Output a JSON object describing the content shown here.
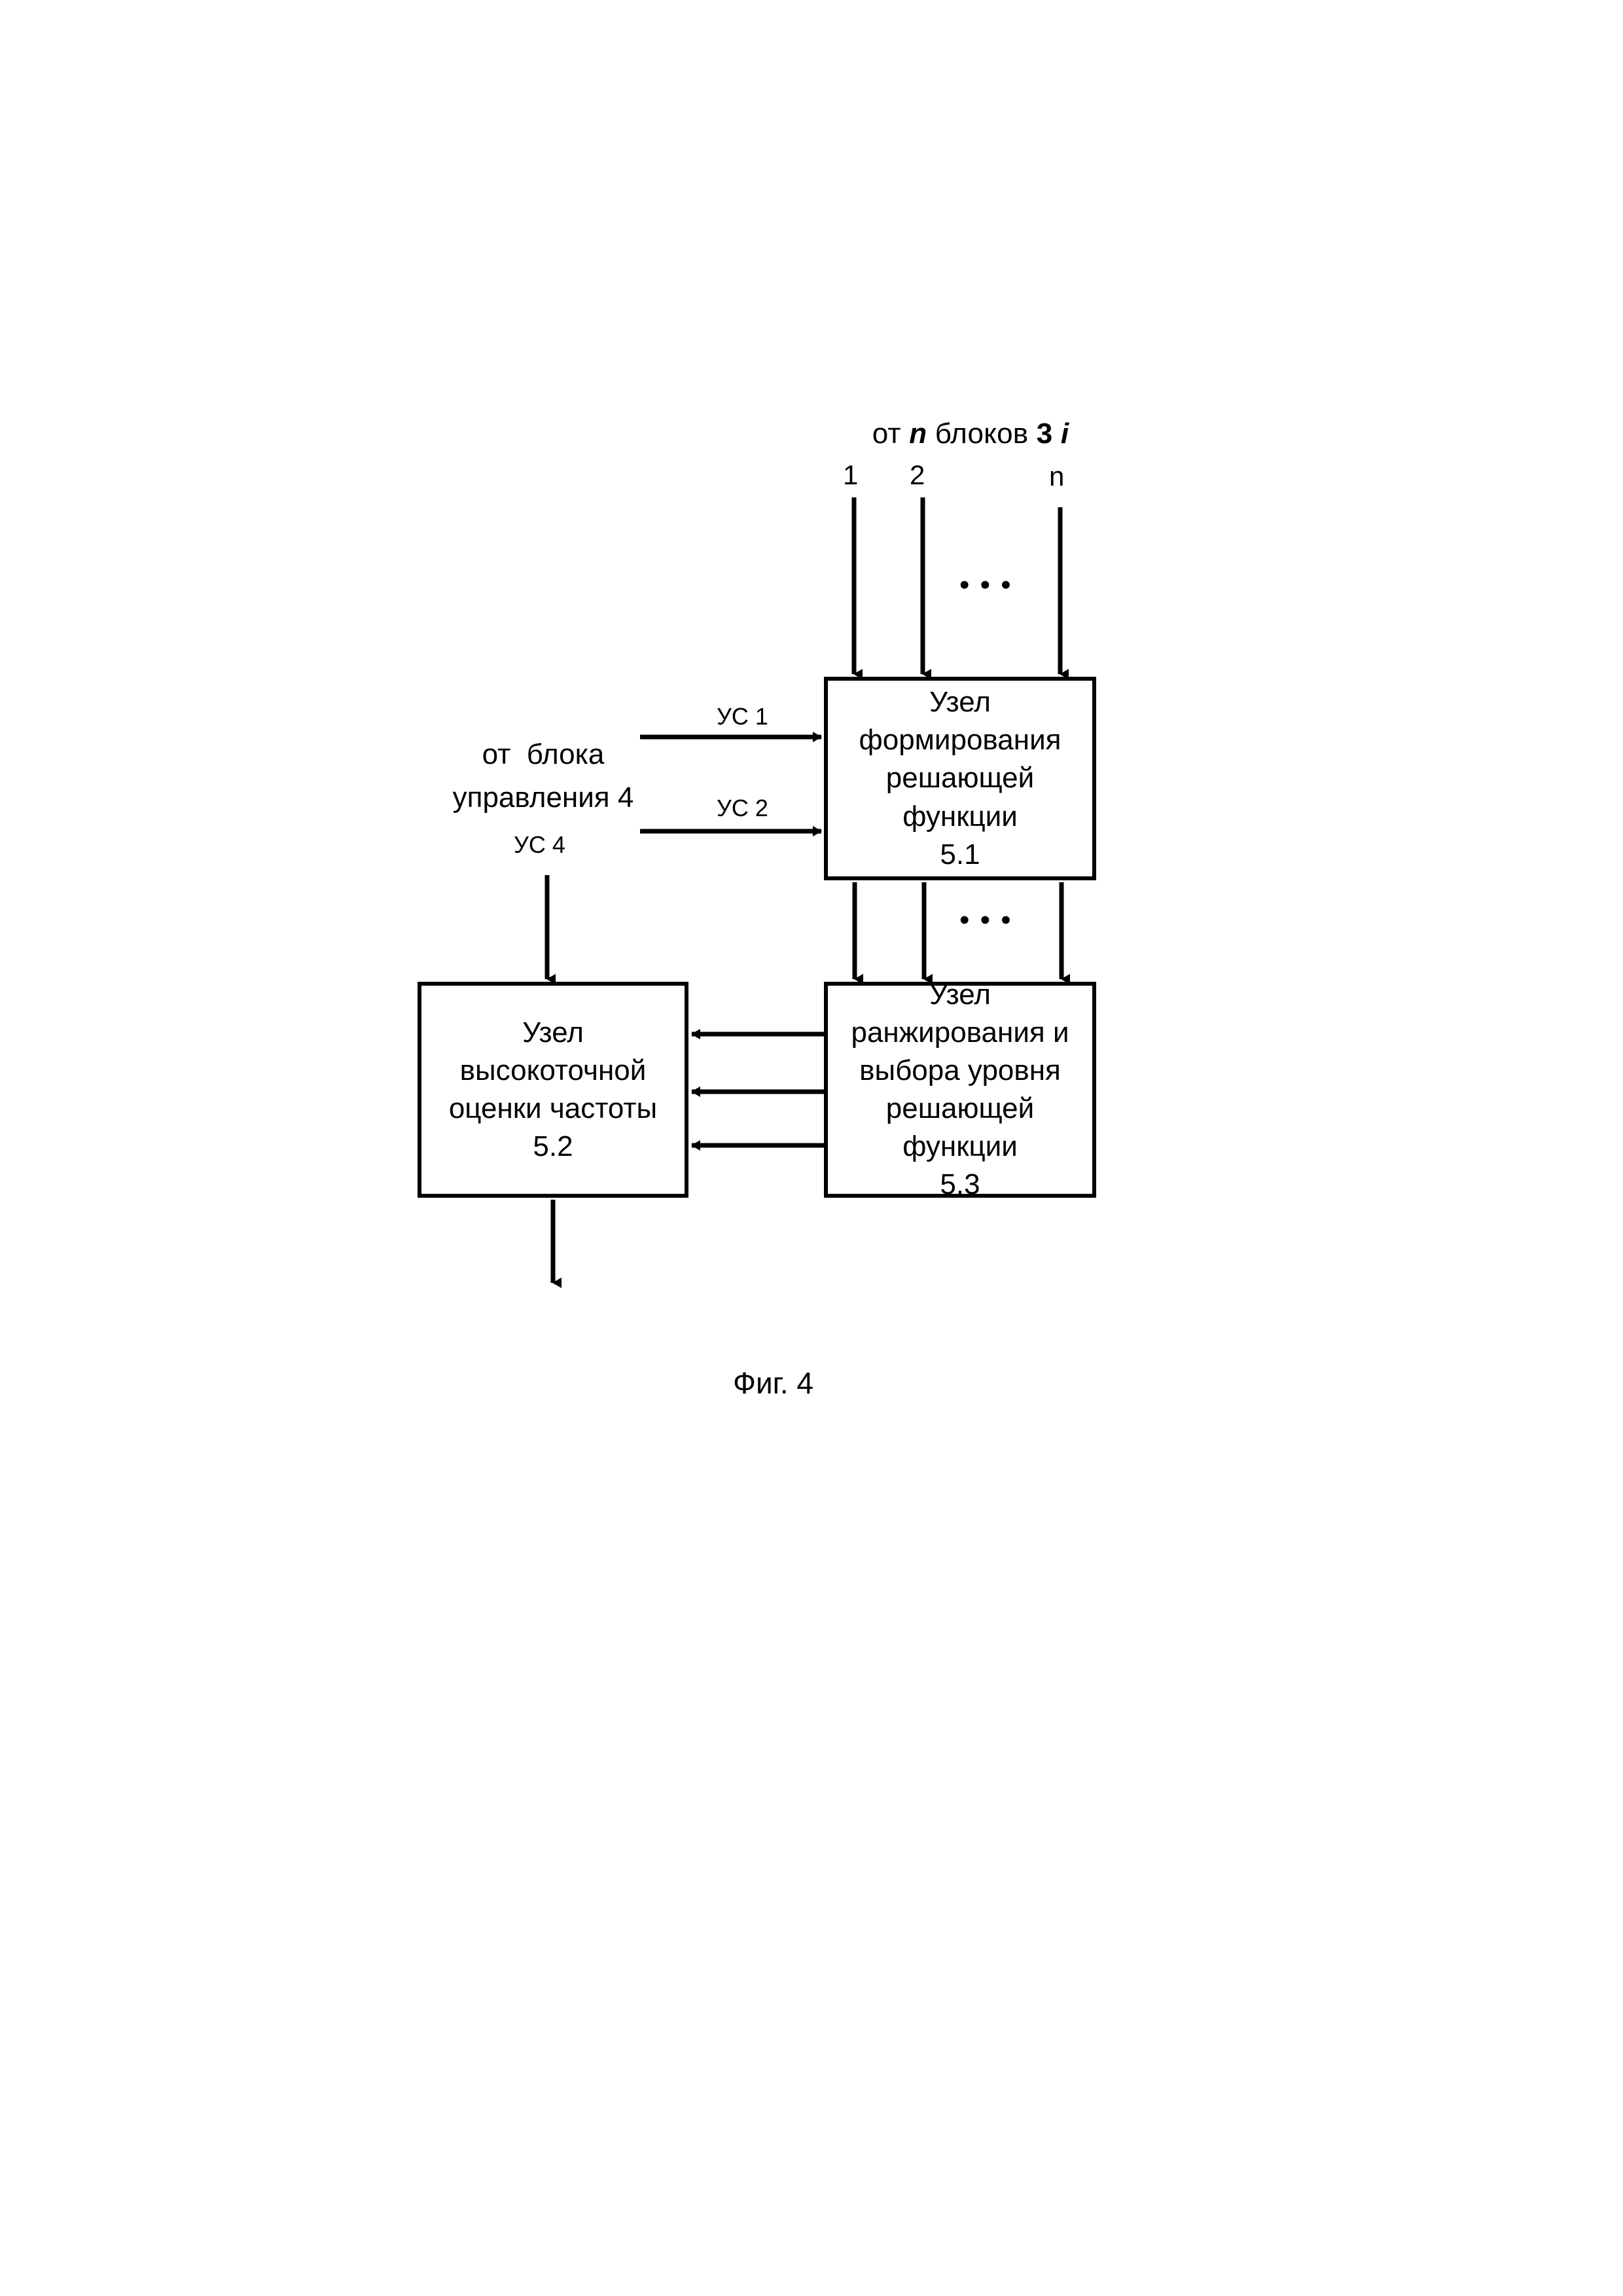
{
  "figure": {
    "caption": "Фиг. 4",
    "header_note": {
      "prefix": "от ",
      "n_italic": "n",
      "middle": " блоков ",
      "bold_3": "3",
      "i_italic": "i"
    },
    "input_ports": [
      {
        "label": "1"
      },
      {
        "label": "2"
      },
      {
        "label": "n"
      }
    ],
    "ellipsis_top": "• • •",
    "ellipsis_middle": "• • •",
    "control_source": "от  блока\nуправления 4",
    "control_signals": [
      {
        "label": "УС 1"
      },
      {
        "label": "УС 2"
      },
      {
        "label": "УС 4"
      }
    ],
    "blocks": [
      {
        "id": "5.1",
        "name": "block-5-1",
        "text": "Узел\nформирования\nрешающей\nфункции\n5.1"
      },
      {
        "id": "5.2",
        "name": "block-5-2",
        "text": "Узел\nвысокоточной\nоценки частоты\n5.2"
      },
      {
        "id": "5.3",
        "name": "block-5-3",
        "text": "Узел\nранжирования и\nвыбора уровня\nрешающей\nфункции\n5.3"
      }
    ],
    "colors": {
      "stroke": "#000000",
      "background": "#ffffff"
    }
  }
}
